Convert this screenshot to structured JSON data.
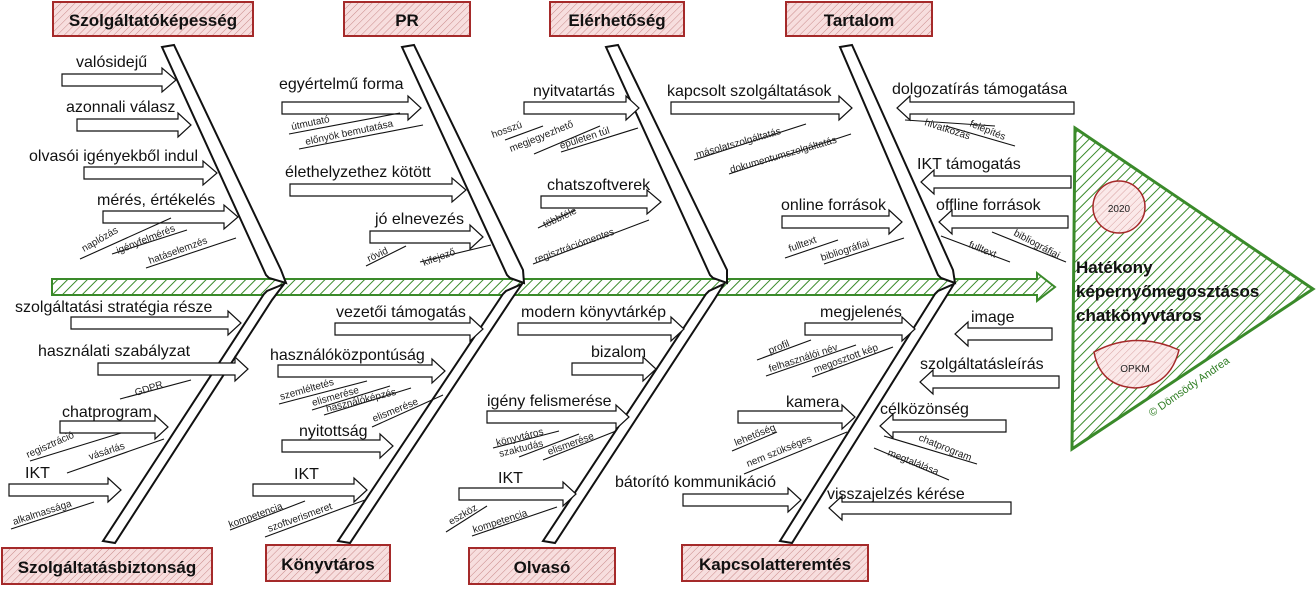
{
  "diagram": {
    "head": {
      "line1": "Hatékony",
      "line2": "képernyőmegosztásos",
      "line3": "chatkönyvtáros",
      "year": "2020",
      "badge": "OPKM",
      "copyright": "© Dömsödy Andrea"
    },
    "categories": {
      "c1": "Szolgáltatóképesség",
      "c2": "PR",
      "c3": "Elérhetőség",
      "c4": "Tartalom",
      "c5": "Szolgáltatásbiztonság",
      "c6": "Könyvtáros",
      "c7": "Olvasó",
      "c8": "Kapcsolatteremtés"
    },
    "causes": {
      "valosideju": "valósidejű",
      "azonnali": "azonnali válasz",
      "olvasoi": "olvasói igényekből indul",
      "meres": "mérés, értékelés",
      "naplozas": "naplózás",
      "igenyfelmeres": "igényfelmérés",
      "hataselemzes": "hatáselemzés",
      "egyertelmu": "egyértelmű forma",
      "utmutato": "útmutató",
      "elonyok": "előnyök bemutatása",
      "elethelyzet": "élethelyzethez kötött",
      "jo_elnevezes": "jó elnevezés",
      "rovid": "rövid",
      "kifejezo": "kifejező",
      "nyitvatartas": "nyitvatartás",
      "hosszu": "hosszú",
      "megjegyezheto": "megjegyezhető",
      "epuleten_tul": "épületen túl",
      "chatszoftverek": "chatszoftverek",
      "tobbfele": "többféle",
      "regisztraciomentes": "regisztrációmentes",
      "kapcsolt": "kapcsolt szolgáltatások",
      "masolat": "másolatszolgáltatás",
      "dokumentum": "dokumentumszolgáltatás",
      "online": "online források",
      "fulltext1": "fulltext",
      "bibliografiai1": "bibliográfiai",
      "dolgozatiras": "dolgozatírás támogatása",
      "hivatkozas": "hivatkozás",
      "felepites": "felépítés",
      "ikt_tamogatas": "IKT támogatás",
      "offline": "offline források",
      "fulltext2": "fulltext",
      "bibliografiai2": "bibliográfiai",
      "strategia": "szolgáltatási stratégia része",
      "szabalyzat": "használati szabályzat",
      "gdpr": "GDPR",
      "chatprogram": "chatprogram",
      "regisztracio": "regisztráció",
      "vasarlas": "vásárlás",
      "ikt1": "IKT",
      "alkalmassaga": "alkalmassága",
      "vezetoi": "vezetői támogatás",
      "hasznalokozpont": "használóközpontúság",
      "szemleltetes": "szemléltetés",
      "elismerese1": "elismerése",
      "hasznalokepzes": "használóképzés",
      "elismerese2": "elismerése",
      "nyitottsag": "nyitottság",
      "ikt2": "IKT",
      "kompetencia1": "kompetencia",
      "szoftverismeret": "szoftverismeret",
      "modern": "modern könyvtárkép",
      "bizalom": "bizalom",
      "igeny": "igény felismerése",
      "konyvtaros_sm": "könyvtáros",
      "szaktudas": "szaktudás",
      "elismerese3": "elismerése",
      "ikt3": "IKT",
      "eszkoz": "eszköz",
      "kompetencia2": "kompetencia",
      "megjelenes": "megjelenés",
      "profil": "profil",
      "felhasznaloi_nev": "felhasználói név",
      "megosztott_kep": "megosztott kép",
      "kamera": "kamera",
      "lehetoseg": "lehetőség",
      "nem_szukseges": "nem szükséges",
      "batorito": "bátorító kommunikáció",
      "image": "image",
      "szolgaltatasleiras": "szolgáltatásleírás",
      "celkozonseg": "célközönség",
      "chatprogram2": "chatprogram",
      "megtalalasa": "megtalálása",
      "visszajelzes": "visszajelzés kérése"
    },
    "colors": {
      "spine": "#3a8a2a",
      "box_border": "#a52a2a",
      "box_fill": "#f3d4d4",
      "head_hatch": "#3a8a2a"
    }
  }
}
